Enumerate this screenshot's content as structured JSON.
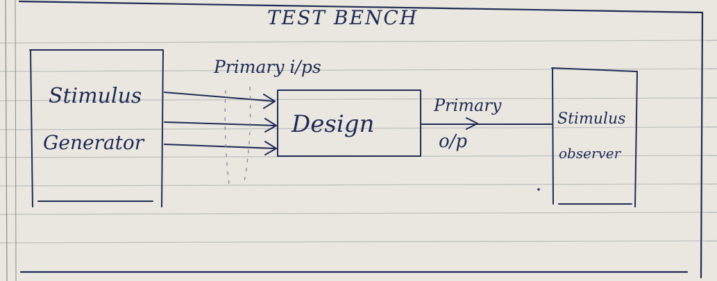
{
  "diagram": {
    "title": "TEST BENCH",
    "generator": {
      "line1": "Stimulus",
      "line2": "Generator"
    },
    "inputs_label": "Primary i/ps",
    "design_label": "Design",
    "output_label_line1": "Primary",
    "output_label_line2": "o/p",
    "observer": {
      "line1": "Stimulus",
      "line2": "observer"
    }
  }
}
